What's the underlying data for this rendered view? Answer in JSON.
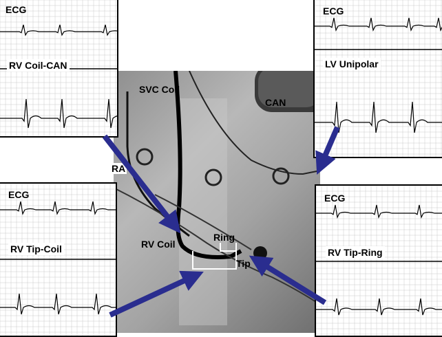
{
  "colors": {
    "arrow": "#2a2d8f",
    "grid": "#c9c9c9",
    "trace": "#000000"
  },
  "panels": {
    "top_left": {
      "ecg_label": "ECG",
      "title": "RV Coil-CAN"
    },
    "top_right": {
      "ecg_label": "ECG",
      "title": "LV Unipolar"
    },
    "bottom_left": {
      "ecg_label": "ECG",
      "title": "RV Tip-Coil"
    },
    "bottom_right": {
      "ecg_label": "ECG",
      "title": "RV Tip-Ring"
    }
  },
  "xray": {
    "svc_coil": "SVC Coil",
    "can": "CAN",
    "ra": "RA",
    "rv_coil": "RV Coil",
    "ring": "Ring",
    "tip": "Tip"
  }
}
